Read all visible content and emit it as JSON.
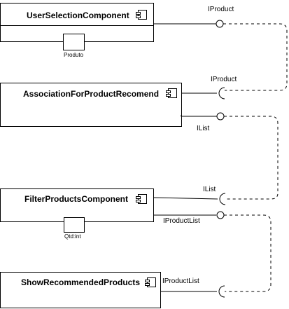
{
  "components": [
    {
      "id": "user-selection",
      "name": "UserSelectionComponent",
      "port_label": "Produto"
    },
    {
      "id": "association",
      "name": "AssociationForProductRecomend",
      "port_label": ""
    },
    {
      "id": "filter",
      "name": "FilterProductsComponent",
      "port_label": "Qtd:int"
    },
    {
      "id": "show",
      "name": "ShowRecommendedProducts",
      "port_label": ""
    }
  ],
  "interfaces": {
    "user_provided": "IProduct",
    "assoc_required": "IProduct",
    "assoc_provided": "IList",
    "filter_required": "IList",
    "filter_provided": "IProductList",
    "show_required": "IProductList"
  }
}
